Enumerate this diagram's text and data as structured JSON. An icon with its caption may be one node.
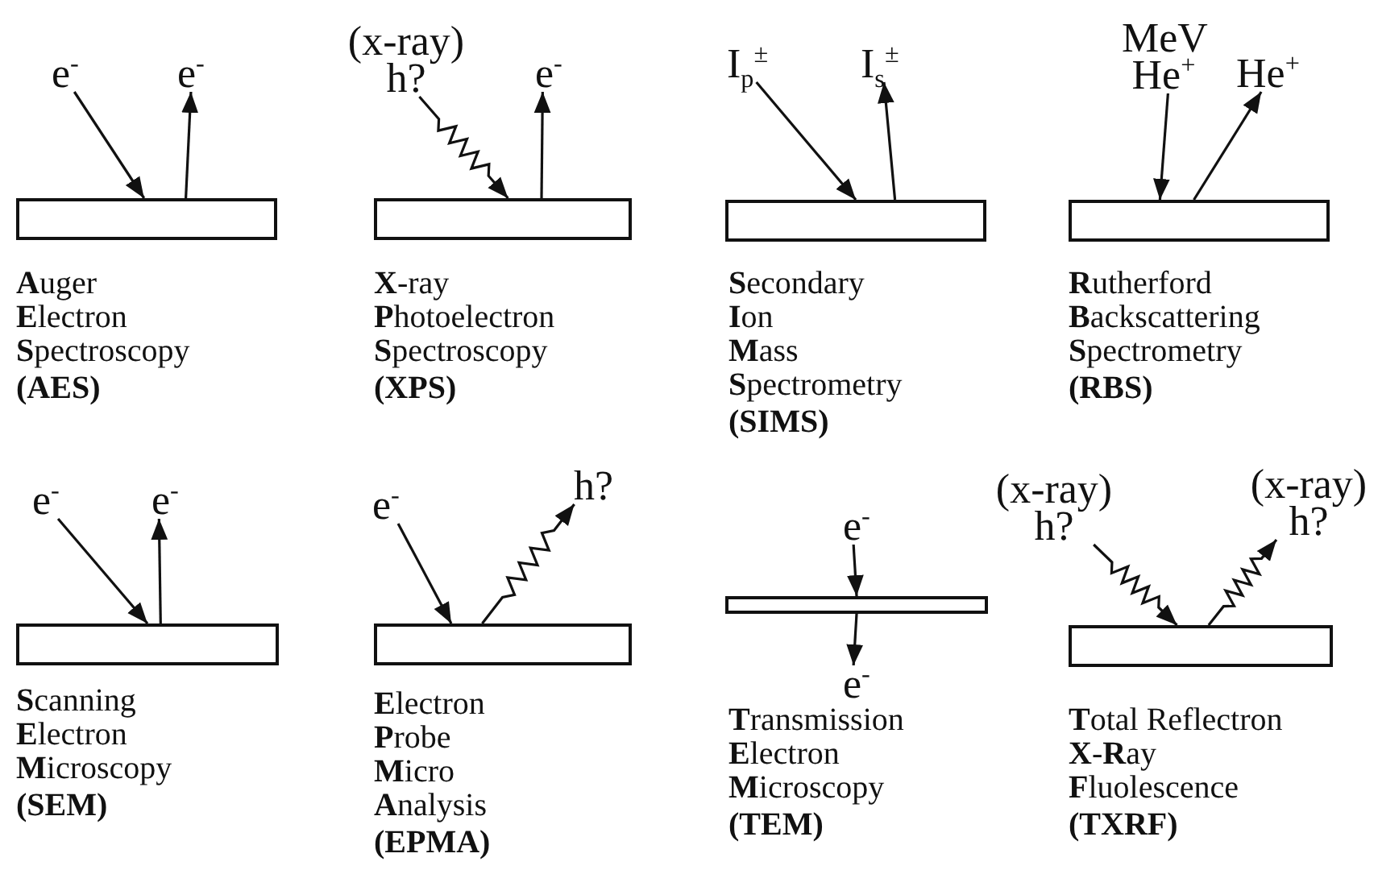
{
  "diagram": {
    "nodes": [
      {
        "text": [
          "e$^{-}$"
        ]
      },
      {
        "text": [
          "e$^{-}$"
        ]
      },
      {
        "text": [],
        "shape": "bar",
        "beside": [
          "**A**uger **E**lectron **S**pectroscopy",
          "(AES)"
        ]
      },
      {
        "text": [
          "(x-ray) h?"
        ]
      },
      {
        "text": [
          "e$^{-}$"
        ]
      },
      {
        "text": [],
        "shape": "bar",
        "beside": [
          "**X**-ray **P**hotoelectron **S**pectroscopy",
          "(XPS)"
        ]
      },
      {
        "text": [
          "I$_{p}$$^{±}$"
        ]
      },
      {
        "text": [
          "I$_{s}$$^{±}$"
        ]
      },
      {
        "text": [],
        "shape": "bar",
        "beside": [
          "**S**econdary **I**on **M**ass **S**pectrometry",
          "(SIMS)"
        ]
      },
      {
        "text": [
          "MeV He$^{+}$"
        ]
      },
      {
        "text": [
          "He$^{+}$"
        ]
      },
      {
        "text": [],
        "shape": "bar",
        "beside": [
          "**R**utherford **B**ackscattering **S**pectrometry",
          "(RBS)"
        ]
      },
      {
        "text": [
          "e$^{-}$"
        ]
      },
      {
        "text": [
          "e$^{-}$"
        ]
      },
      {
        "text": [],
        "shape": "bar",
        "beside": [
          "**S**canning **E**lectron **M**icroscopy",
          "(SEM)"
        ]
      },
      {
        "text": [
          "e$^{-}$"
        ]
      },
      {
        "text": [
          "h?"
        ]
      },
      {
        "text": [],
        "shape": "bar",
        "beside": [
          "**E**lectron **P**robe **M**icro **A**nalysis",
          "(EPMA)"
        ]
      },
      {
        "text": [
          "e$^{-}$"
        ]
      },
      {
        "text": [],
        "shape": "bar"
      },
      {
        "text": [
          "e$^{-}$"
        ],
        "beside": [
          "**T**ransmission **E**lectron **M**icroscopy",
          "(TEM)"
        ]
      },
      {
        "text": [
          "(x-ray) h?"
        ]
      },
      {
        "text": [
          "(x-ray) h?"
        ]
      },
      {
        "text": [],
        "shape": "bar",
        "beside": [
          "**T**otal Reflectron **X**-**R**ay **F**luolescence",
          "(TXRF)"
        ]
      }
    ],
    "edges": [
      {
        "from": 0,
        "to": 2,
        "arrow": "to"
      },
      {
        "from": 2,
        "to": 1,
        "arrow": "to"
      },
      {
        "from": 3,
        "to": 5,
        "arrow": "to"
      },
      {
        "from": 5,
        "to": 4,
        "arrow": "to"
      },
      {
        "from": 6,
        "to": 8,
        "arrow": "to"
      },
      {
        "from": 8,
        "to": 7,
        "arrow": "to"
      },
      {
        "from": 9,
        "to": 11,
        "arrow": "to"
      },
      {
        "from": 11,
        "to": 10,
        "arrow": "to"
      },
      {
        "from": 12,
        "to": 14,
        "arrow": "to"
      },
      {
        "from": 14,
        "to": 13,
        "arrow": "to"
      },
      {
        "from": 15,
        "to": 17,
        "arrow": "to"
      },
      {
        "from": 17,
        "to": 16,
        "arrow": "to"
      },
      {
        "from": 18,
        "to": 19,
        "arrow": "to"
      },
      {
        "from": 19,
        "to": 20,
        "arrow": "to"
      },
      {
        "from": 21,
        "to": 23,
        "arrow": "to"
      },
      {
        "from": 23,
        "to": 22,
        "arrow": "to"
      }
    ]
  }
}
